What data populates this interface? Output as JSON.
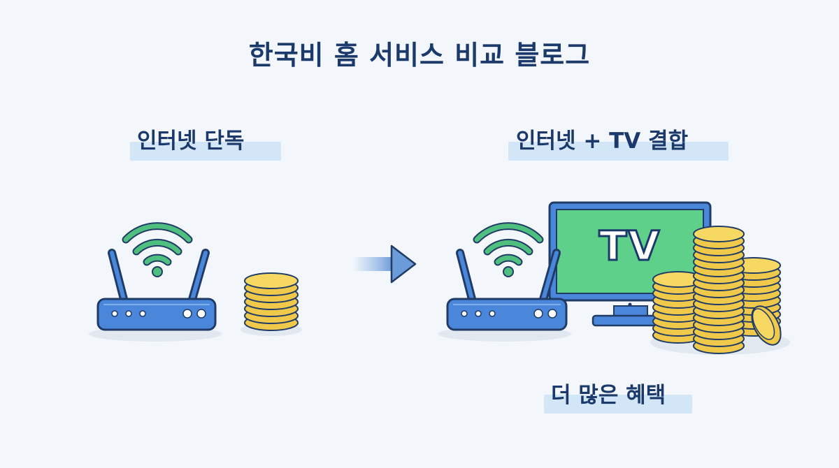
{
  "page": {
    "title": "한국비 홈 서비스 비교 블로그"
  },
  "left_panel": {
    "label": "인터넷 단독",
    "icons": [
      "wifi-icon",
      "router-icon",
      "coin-stack-icon"
    ]
  },
  "transition": {
    "icon": "arrow-right-icon"
  },
  "right_panel": {
    "label": "인터넷 + TV 결합",
    "tv_screen_text": "TV",
    "benefit_label": "더 많은 혜택",
    "icons": [
      "wifi-icon",
      "router-icon",
      "tv-monitor-icon",
      "coin-pile-icon"
    ]
  },
  "colors": {
    "title": "#1b3a6b",
    "highlight": "#d3e6f7",
    "router_blue": "#4a86d9",
    "outline": "#1f3b66",
    "wifi_green": "#4fbf7f",
    "tv_screen": "#5fd08a",
    "coin_gold": "#f0c94a",
    "arrow": "#7aa6db"
  }
}
